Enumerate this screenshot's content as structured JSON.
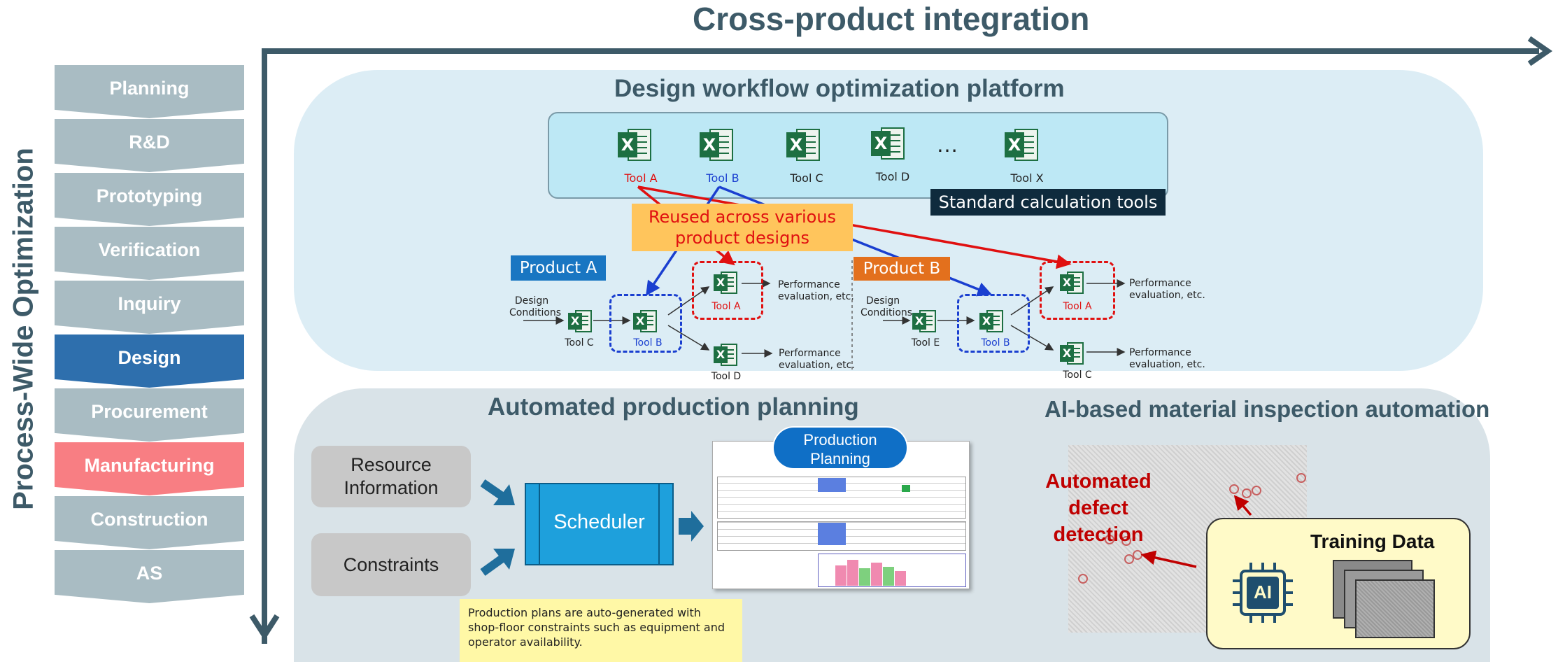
{
  "titles": {
    "cross_product": "Cross-product integration",
    "process_wide": "Process-Wide Optimization",
    "platform": "Design workflow optimization platform",
    "production_planning": "Automated production planning",
    "ai_inspection": "AI-based material inspection automation"
  },
  "stages": [
    {
      "label": "Planning",
      "active": false
    },
    {
      "label": "R&D",
      "active": false
    },
    {
      "label": "Prototyping",
      "active": false
    },
    {
      "label": "Verification",
      "active": false
    },
    {
      "label": "Inquiry",
      "active": false
    },
    {
      "label": "Design",
      "active": true
    },
    {
      "label": "Procurement",
      "active": false
    },
    {
      "label": "Manufacturing",
      "active": true
    },
    {
      "label": "Construction",
      "active": false
    },
    {
      "label": "AS",
      "active": false
    }
  ],
  "tools": {
    "items": [
      "Tool A",
      "Tool B",
      "Tool C",
      "Tool D",
      "Tool X"
    ],
    "ellipsis": "…",
    "standard_label": "Standard calculation tools",
    "reused_label": "Reused across various product designs"
  },
  "product_a": {
    "label": "Product A",
    "design_conditions": "Design Conditions",
    "tool_c": "Tool C",
    "tool_b": "Tool B",
    "tool_a": "Tool A",
    "tool_d": "Tool D",
    "perf_1": "Performance evaluation, etc.",
    "perf_2": "Performance evaluation, etc."
  },
  "product_b": {
    "label": "Product B",
    "design_conditions": "Design Conditions",
    "tool_e": "Tool E",
    "tool_b": "Tool B",
    "tool_a": "Tool A",
    "tool_c": "Tool C",
    "perf_1": "Performance evaluation, etc.",
    "perf_2": "Performance evaluation, etc."
  },
  "planning": {
    "resource": "Resource Information",
    "constraints": "Constraints",
    "scheduler": "Scheduler",
    "production_planning": "Production Planning",
    "note": "Production plans are auto-generated with shop-floor constraints such as equipment and operator availability."
  },
  "inspection": {
    "defect_label": "Automated defect detection",
    "training_data": "Training Data",
    "ai_chip": "AI"
  },
  "colors": {
    "title": "#3d5a68",
    "stage_default": "#a9bcc3",
    "stage_design": "#2e6fad",
    "stage_manufacturing": "#f87e83",
    "platform_bg": "#dcedf5",
    "tools_panel": "#bde8f5",
    "reused_box": "#ffc55c",
    "product_a": "#1976c2",
    "product_b": "#e3701d",
    "scheduler": "#1ea0dc",
    "note_bg": "#fff8a6",
    "training_bg": "#fffac8",
    "defect_red": "#c00000"
  }
}
